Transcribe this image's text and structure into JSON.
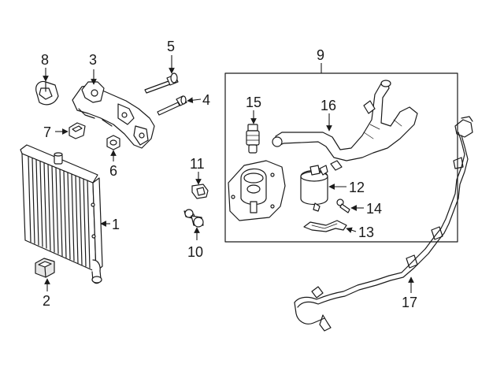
{
  "callouts": {
    "c1": "1",
    "c2": "2",
    "c3": "3",
    "c4": "4",
    "c5": "5",
    "c6": "6",
    "c7": "7",
    "c8": "8",
    "c9": "9",
    "c10": "10",
    "c11": "11",
    "c12": "12",
    "c13": "13",
    "c14": "14",
    "c15": "15",
    "c16": "16",
    "c17": "17"
  },
  "colors": {
    "line": "#1a1a1a",
    "background": "#ffffff",
    "shade": "#e6e6e6"
  }
}
